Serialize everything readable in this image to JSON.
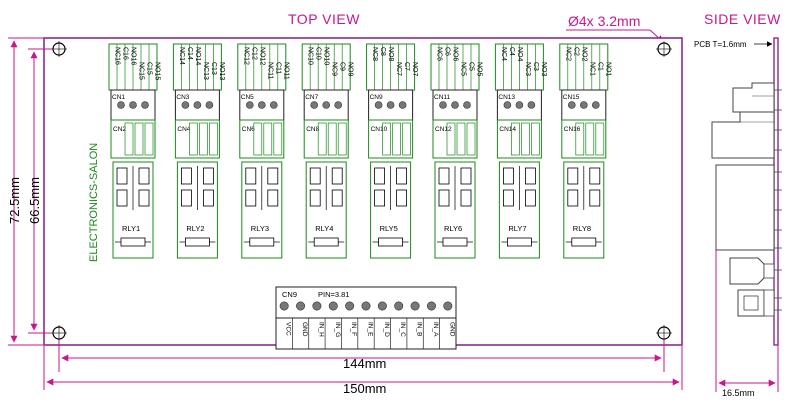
{
  "views": {
    "top_title": "TOP VIEW",
    "side_title": "SIDE VIEW"
  },
  "dimensions": {
    "hole_spec": "Ø4x 3.2mm",
    "pcb_thickness": "PCB T=1.6mm",
    "width_inner": "144mm",
    "width_outer": "150mm",
    "height_outer": "72.5mm",
    "height_inner": "66.5mm",
    "side_depth": "16.5mm"
  },
  "brand": "ELECTRONICS-SALON",
  "relay_columns": [
    {
      "terminal": [
        "NC16",
        "C16",
        "NO16",
        "NC15",
        "C15",
        "NO15"
      ],
      "cn_top": "CN1",
      "cn_mid": "CN2",
      "relay": "RLY1"
    },
    {
      "terminal": [
        "NC14",
        "C14",
        "NO14",
        "NC13",
        "C13",
        "NO13"
      ],
      "cn_top": "CN3",
      "cn_mid": "CN4",
      "relay": "RLY2"
    },
    {
      "terminal": [
        "NC12",
        "C12",
        "NO12",
        "NC11",
        "C11",
        "NO11"
      ],
      "cn_top": "CN5",
      "cn_mid": "CN6",
      "relay": "RLY3"
    },
    {
      "terminal": [
        "NC10",
        "C10",
        "NO10",
        "NC9",
        "C9",
        "NO9"
      ],
      "cn_top": "CN7",
      "cn_mid": "CN8",
      "relay": "RLY4"
    },
    {
      "terminal": [
        "NC8",
        "C8",
        "NO8",
        "NC7",
        "C7",
        "NO7"
      ],
      "cn_top": "CN9",
      "cn_mid": "CN10",
      "relay": "RLY5"
    },
    {
      "terminal": [
        "NC6",
        "C6",
        "NO6",
        "NC5",
        "C5",
        "NO5"
      ],
      "cn_top": "CN11",
      "cn_mid": "CN12",
      "relay": "RLY6"
    },
    {
      "terminal": [
        "NC4",
        "C4",
        "NO4",
        "NC3",
        "C3",
        "NO3"
      ],
      "cn_top": "CN13",
      "cn_mid": "CN14",
      "relay": "RLY7"
    },
    {
      "terminal": [
        "NC2",
        "C2",
        "NO2",
        "NC1",
        "C1",
        "NO1"
      ],
      "cn_top": "CN15",
      "cn_mid": "CN16",
      "relay": "RLY8"
    }
  ],
  "input_connector": {
    "name": "CN9",
    "pitch": "PIN=3.81",
    "pins": [
      "VCC",
      "GND",
      "IN_H",
      "IN_G",
      "IN_F",
      "IN_E",
      "IN_D",
      "IN_C",
      "IN_B",
      "IN_A",
      "GND"
    ]
  }
}
